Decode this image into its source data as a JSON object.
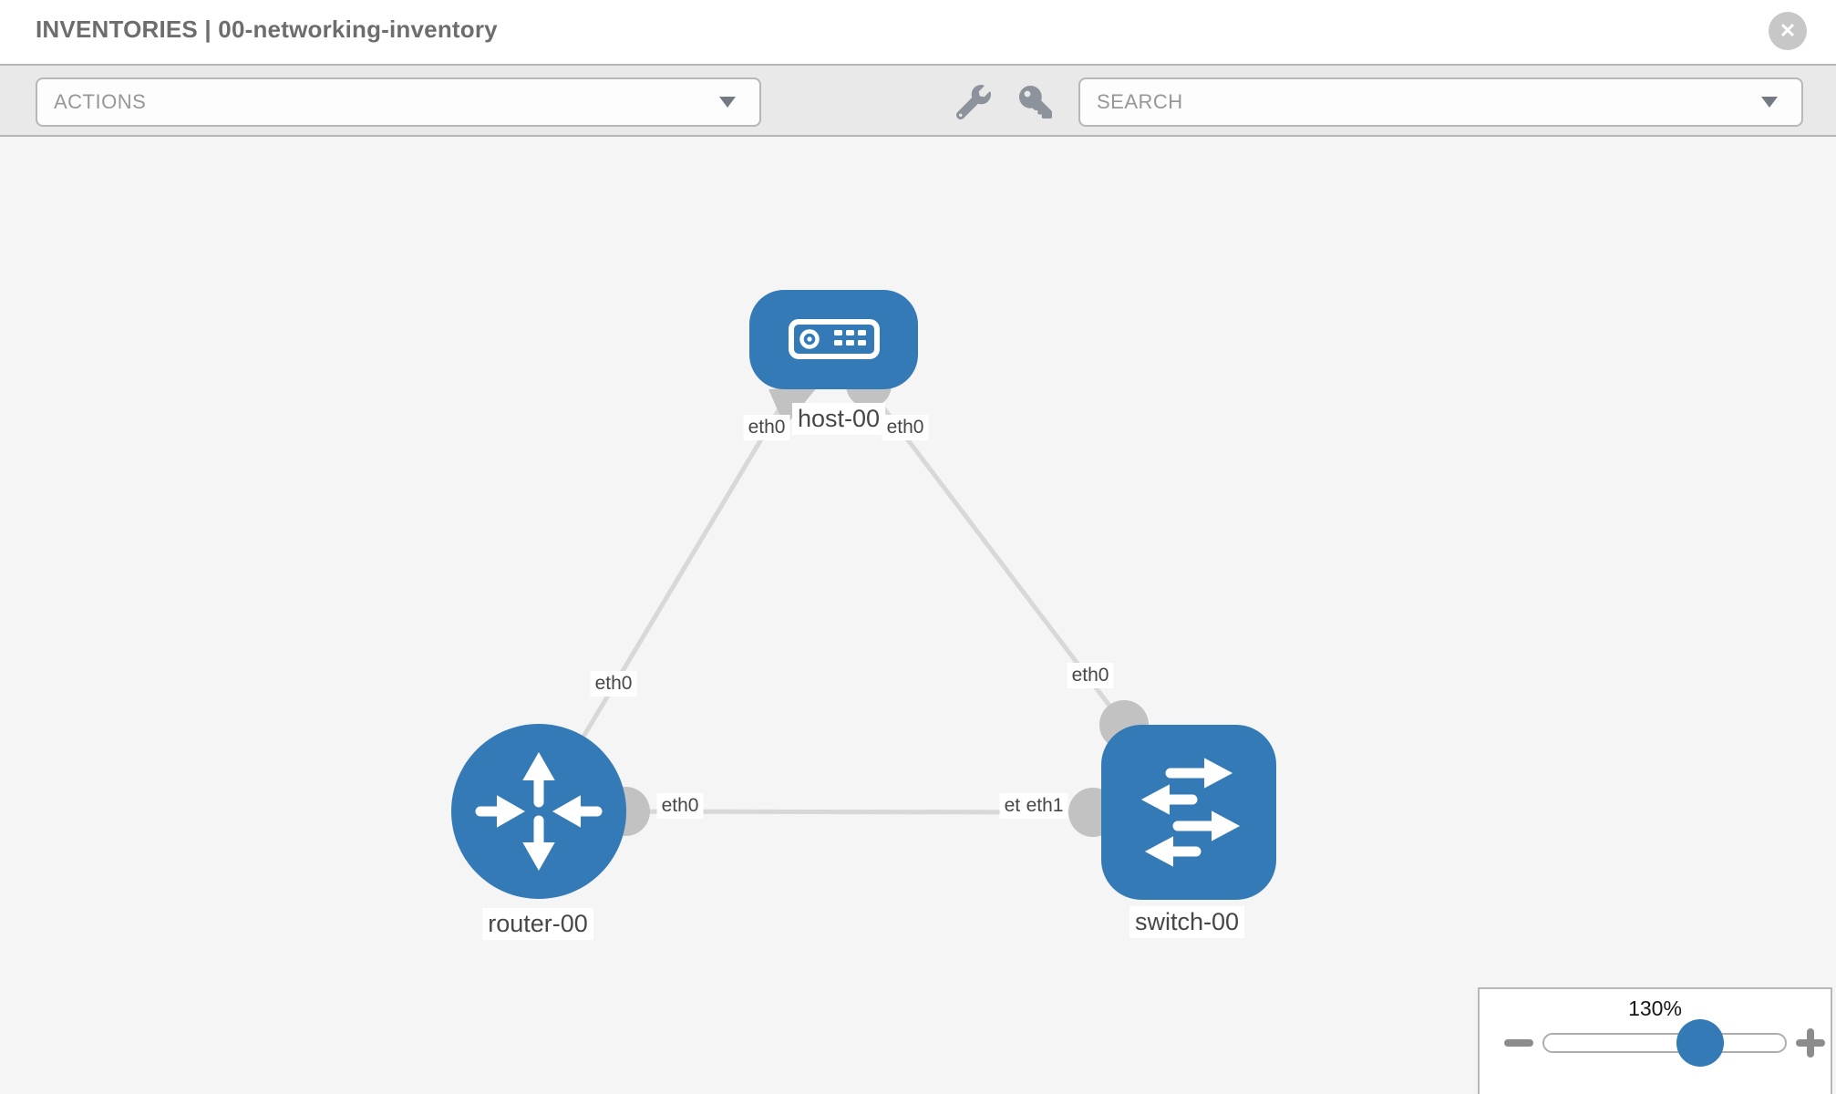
{
  "header": {
    "title": "INVENTORIES | 00-networking-inventory",
    "close_glyph": "✕"
  },
  "toolbar": {
    "actions_label": "ACTIONS",
    "search_label": "SEARCH"
  },
  "topology": {
    "nodes": [
      {
        "id": "host-00",
        "type": "host",
        "label": "host-00"
      },
      {
        "id": "router-00",
        "type": "router",
        "label": "router-00"
      },
      {
        "id": "switch-00",
        "type": "switch",
        "label": "switch-00"
      }
    ],
    "links": [
      {
        "source": "host-00",
        "target": "router-00",
        "source_if": "eth0",
        "target_if": "eth0"
      },
      {
        "source": "host-00",
        "target": "switch-00",
        "source_if": "eth0",
        "target_if": "eth0"
      },
      {
        "source": "router-00",
        "target": "switch-00",
        "source_if": "eth0",
        "target_if": "eth1",
        "target_if_overlapped": "eth0"
      }
    ]
  },
  "zoom_control": {
    "value": "130%"
  },
  "colors": {
    "node_fill": "#337ab7",
    "link_stroke": "#d8d8d8",
    "interface_fill": "#c2c2c2",
    "toolbar_bg": "#e9e9e9",
    "canvas_bg": "#f5f5f5"
  }
}
